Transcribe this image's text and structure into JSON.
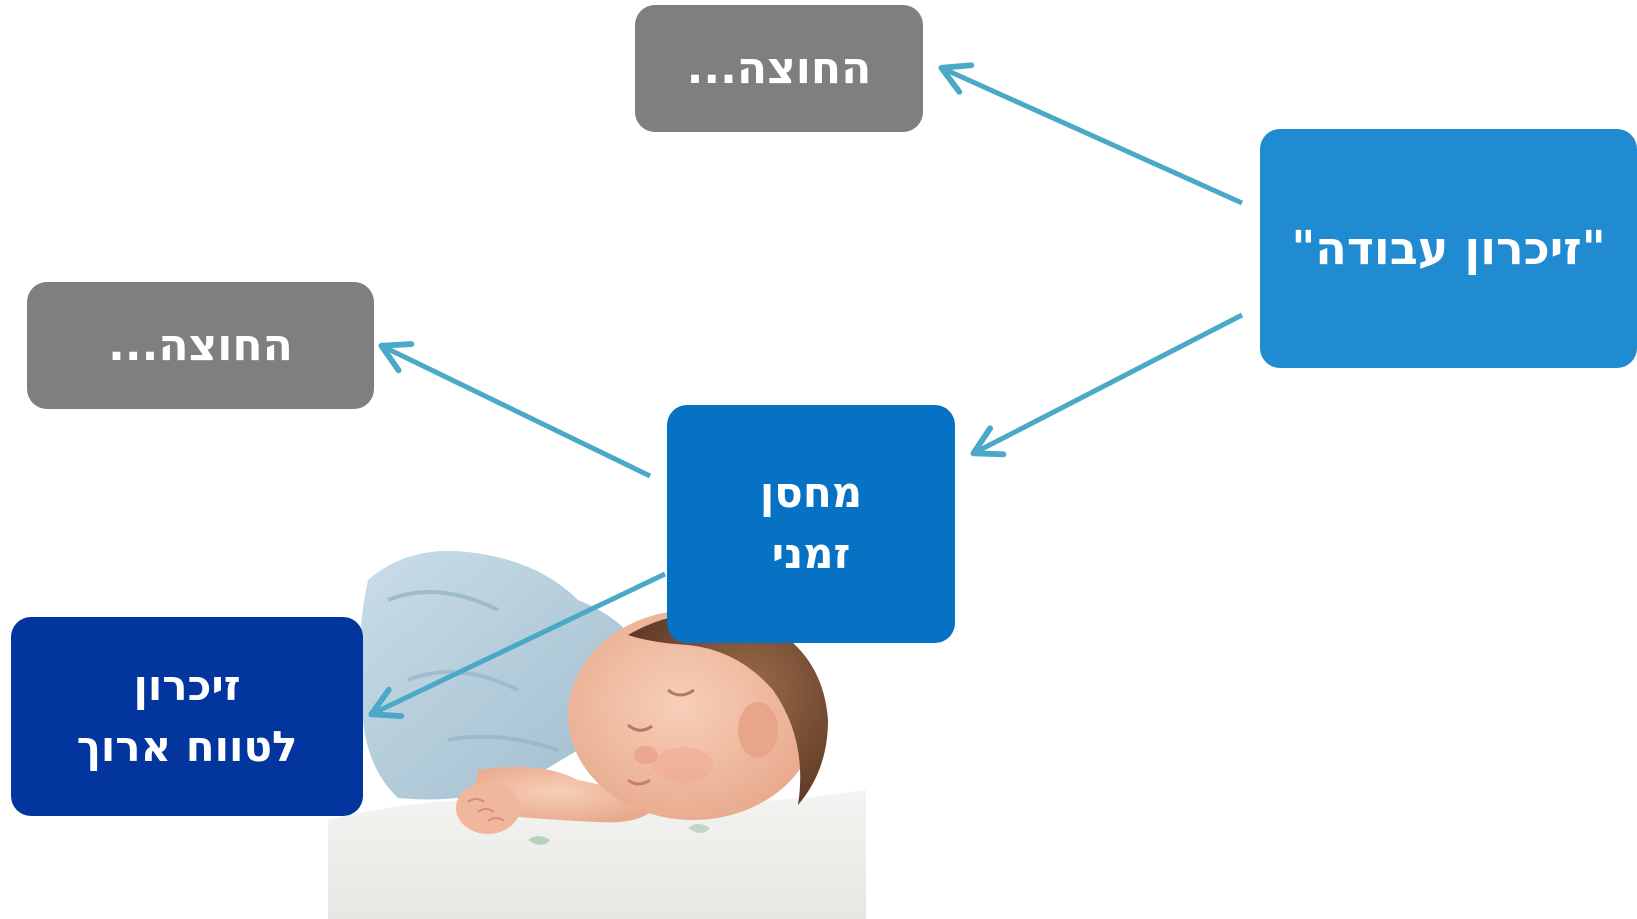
{
  "diagram": {
    "working_memory": {
      "line1": "\"זיכרון עבודה\""
    },
    "temporary_store": {
      "line1": "מחסן",
      "line2": "זמני"
    },
    "long_term_memory": {
      "line1": "זיכרון",
      "line2": "לטווח ארוך"
    },
    "discard_top": {
      "line1": "החוצה..."
    },
    "discard_left": {
      "line1": "החוצה..."
    }
  },
  "colors": {
    "working_memory": "#218bd1",
    "temporary_store": "#0772c4",
    "long_term_memory": "#02359e",
    "discard": "#7f7f7f",
    "arrow": "#4aa9c8"
  },
  "illustration": "sleeping-baby"
}
